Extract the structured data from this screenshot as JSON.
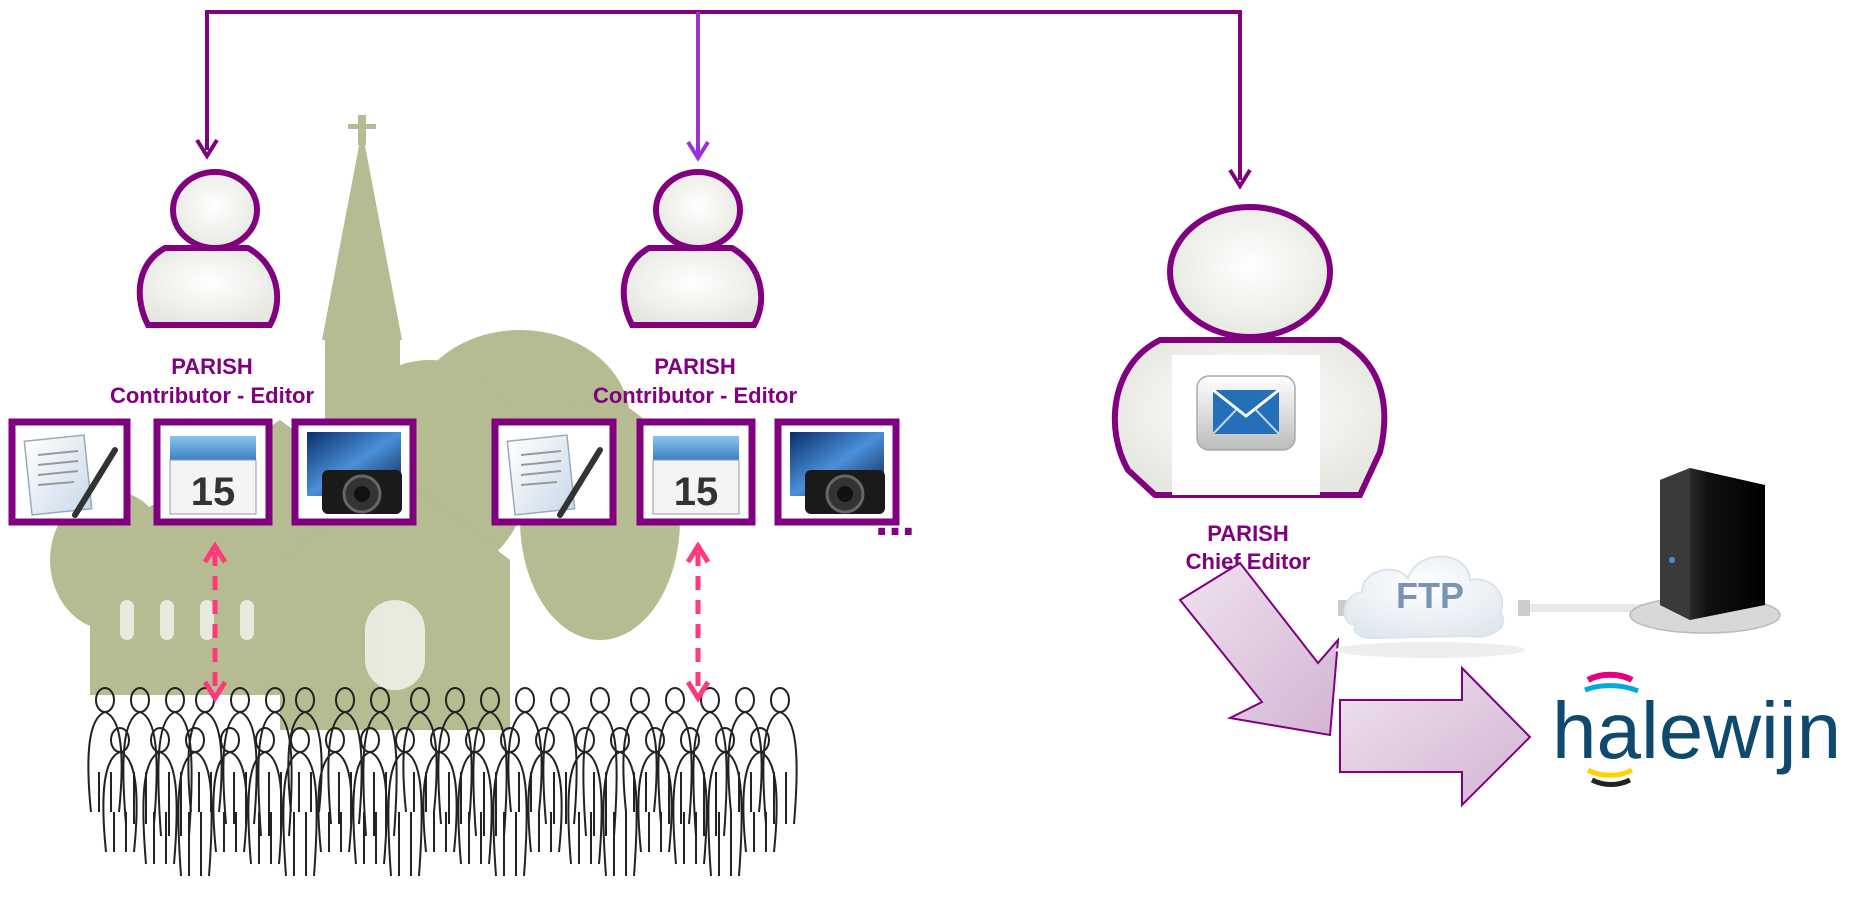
{
  "colors": {
    "purple": "#800080",
    "purple_light": "#9b30d9",
    "pink": "#ff3a7a",
    "church_green": "#aab080",
    "arrow_fill": "#dcc2dc",
    "halewijn_blue": "#0f4a6e"
  },
  "contributors": [
    {
      "title": "PARISH",
      "role": "Contributor - Editor",
      "icons": [
        "text-document-icon",
        "calendar-icon",
        "photo-camera-icon"
      ],
      "calendar_day": "15"
    },
    {
      "title": "PARISH",
      "role": "Contributor - Editor",
      "icons": [
        "text-document-icon",
        "calendar-icon",
        "photo-camera-icon"
      ],
      "calendar_day": "15"
    }
  ],
  "more_indicator": "...",
  "chief_editor": {
    "title": "PARISH",
    "role": "Chief Editor",
    "icon": "envelope-icon"
  },
  "ftp_label": "FTP",
  "server_icon": "server-icon",
  "brand_logo": "halewijn",
  "crowd_icon": "crowd-sketch",
  "church_icon": "church-sketch"
}
